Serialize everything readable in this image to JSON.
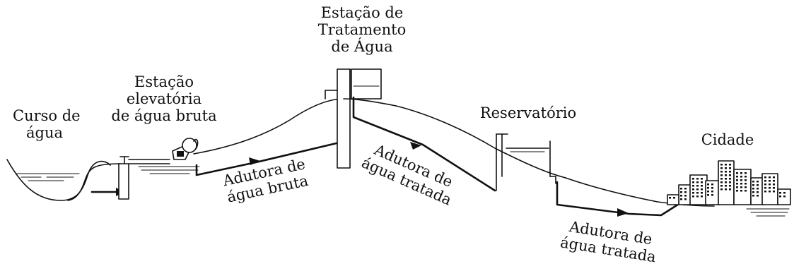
{
  "labels": {
    "curso_agua_1": "Curso de",
    "curso_agua_2": "água",
    "estacao_elevatoria_1": "Estação",
    "estacao_elevatoria_2": "elevatória",
    "estacao_elevatoria_3": "de água bruta",
    "eta_1": "Estação de",
    "eta_2": "Tratamento",
    "eta_3": "de Água",
    "reservatorio": "Reservatório",
    "cidade": "Cidade",
    "adutora_bruta_1": "Adutora de",
    "adutora_bruta_2": "água bruta",
    "adutora_tratada_a_1": "Adutora de",
    "adutora_tratada_a_2": "água tratada",
    "adutora_tratada_b_1": "Adutora de",
    "adutora_tratada_b_2": "água tratada"
  }
}
